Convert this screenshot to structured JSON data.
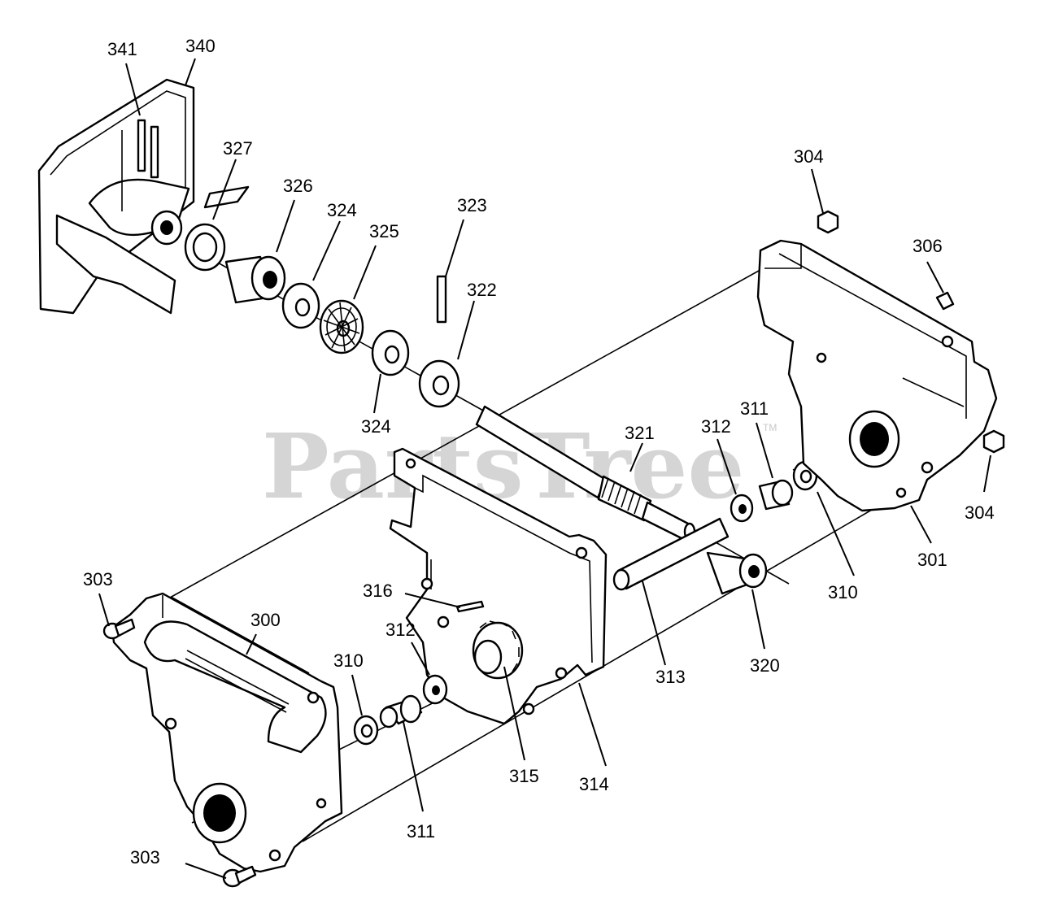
{
  "watermark": {
    "text": "PartsTree",
    "trademark": "TM"
  },
  "callouts": [
    "341",
    "340",
    "327",
    "326",
    "324",
    "325",
    "323",
    "322",
    "324",
    "304",
    "306",
    "321",
    "312",
    "311",
    "304",
    "301",
    "310",
    "320",
    "313",
    "316",
    "303",
    "300",
    "310",
    "312",
    "315",
    "314",
    "311",
    "303"
  ]
}
